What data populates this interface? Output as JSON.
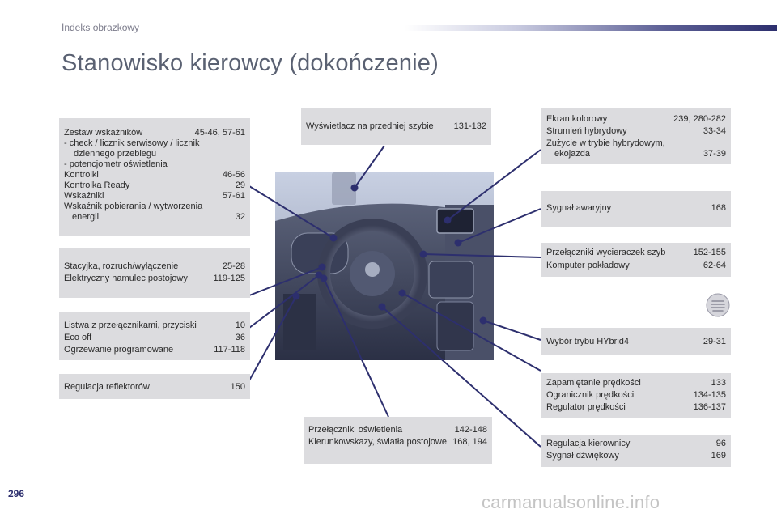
{
  "header": {
    "label": "Indeks obrazkowy"
  },
  "title": "Stanowisko kierowcy (dokończenie)",
  "page_number": "296",
  "watermark": "carmanualsonline.info",
  "boxes": {
    "instruments": {
      "entries": [
        {
          "label": "Zestaw wskaźników",
          "pages": "45-46, 57-61"
        },
        {
          "label": "- check / licznik serwisowy / licznik dziennego przebiegu",
          "pages": ""
        },
        {
          "label": "- potencjometr oświetlenia",
          "pages": ""
        },
        {
          "label": "Kontrolki",
          "pages": "46-56"
        },
        {
          "label": "Kontrolka Ready",
          "pages": "29"
        },
        {
          "label": "Wskaźniki",
          "pages": "57-61"
        },
        {
          "label": "Wskaźnik pobierania / wytworzenia energii",
          "pages": "32"
        }
      ]
    },
    "ignition": {
      "entries": [
        {
          "label": "Stacyjka, rozruch/wyłączenie",
          "pages": "25-28"
        },
        {
          "label": "Elektryczny hamulec postojowy",
          "pages": "119-125"
        }
      ]
    },
    "switch_panel": {
      "entries": [
        {
          "label": "Listwa z przełącznikami, przyciski",
          "pages": "10"
        },
        {
          "label": "Eco off",
          "pages": "36"
        },
        {
          "label": "Ogrzewanie programowane",
          "pages": "117-118"
        }
      ]
    },
    "headlamp": {
      "entries": [
        {
          "label": "Regulacja reflektorów",
          "pages": "150"
        }
      ]
    },
    "hud": {
      "entries": [
        {
          "label": "Wyświetlacz na przedniej szybie",
          "pages": "131-132"
        }
      ]
    },
    "lighting": {
      "entries": [
        {
          "label": "Przełączniki oświetlenia",
          "pages": "142-148"
        },
        {
          "label": "Kierunkowskazy, światła postojowe",
          "pages": "168, 194"
        }
      ]
    },
    "screen": {
      "entries": [
        {
          "label": "Ekran kolorowy",
          "pages": "239, 280-282"
        },
        {
          "label": "Strumień hybrydowy",
          "pages": "33-34"
        },
        {
          "label": "Zużycie w trybie hybrydowym, ekojazda",
          "pages": "37-39"
        }
      ]
    },
    "hazard": {
      "entries": [
        {
          "label": "Sygnał awaryjny",
          "pages": "168"
        }
      ]
    },
    "wiper": {
      "entries": [
        {
          "label": "Przełączniki wycieraczek szyb",
          "pages": "152-155"
        },
        {
          "label": "Komputer pokładowy",
          "pages": "62-64"
        }
      ]
    },
    "hybrid_mode": {
      "entries": [
        {
          "label": "Wybór trybu HYbrid4",
          "pages": "29-31"
        }
      ]
    },
    "speed": {
      "entries": [
        {
          "label": "Zapamiętanie prędkości",
          "pages": "133"
        },
        {
          "label": "Ogranicznik prędkości",
          "pages": "134-135"
        },
        {
          "label": "Regulator prędkości",
          "pages": "136-137"
        }
      ]
    },
    "steering": {
      "entries": [
        {
          "label": "Regulacja kierownicy",
          "pages": "96"
        },
        {
          "label": "Sygnał dźwiękowy",
          "pages": "169"
        }
      ]
    }
  },
  "colors": {
    "accent": "#2d2f6e",
    "box_bg": "#dcdcdf",
    "title": "#5a6172"
  },
  "icons": {
    "side_icon": "speaker-grille-icon"
  }
}
